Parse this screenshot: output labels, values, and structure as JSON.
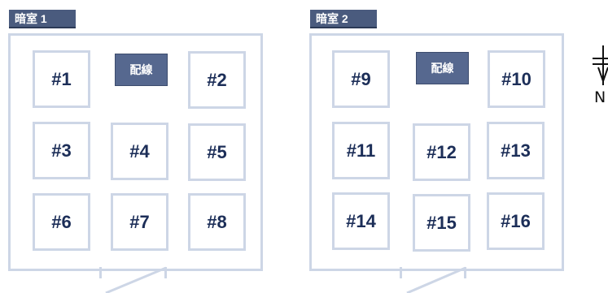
{
  "rooms": [
    {
      "label": "暗室 1",
      "wiring_label": "配線",
      "cells": [
        "#1",
        "#2",
        "#3",
        "#4",
        "#5",
        "#6",
        "#7",
        "#8"
      ]
    },
    {
      "label": "暗室 2",
      "wiring_label": "配線",
      "cells": [
        "#9",
        "#10",
        "#11",
        "#12",
        "#13",
        "#14",
        "#15",
        "#16"
      ]
    }
  ],
  "compass": {
    "letter": "N"
  }
}
